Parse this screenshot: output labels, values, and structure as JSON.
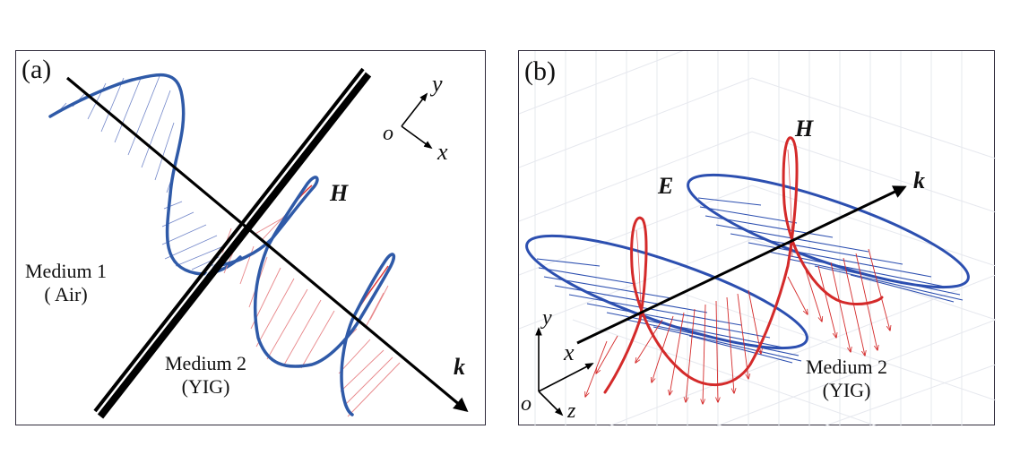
{
  "colors": {
    "h_field_blue": "#2f5aa8",
    "h_arrow_red": "#e8878a",
    "e_field_blue": "#2c4fb0",
    "h_field_red": "#d42a2a",
    "axis_black": "#000000",
    "border": "#2f2a3a",
    "grid": "#e6e8ee"
  },
  "panel_a": {
    "letter": "(a)",
    "medium1": {
      "line1": "Medium 1",
      "line2": "( Air)"
    },
    "medium2": {
      "line1": "Medium 2",
      "line2": "(YIG)"
    },
    "field_label": "H",
    "wave_vector_label": "k",
    "axes": {
      "origin": "o",
      "x": "x",
      "y": "y"
    }
  },
  "panel_b": {
    "letter": "(b)",
    "e_label": "E",
    "h_label": "H",
    "wave_vector_label": "k",
    "medium": {
      "line1": "Medium 2",
      "line2": "(YIG)"
    },
    "axes": {
      "origin": "o",
      "x": "x",
      "y": "y",
      "z": "z"
    }
  }
}
